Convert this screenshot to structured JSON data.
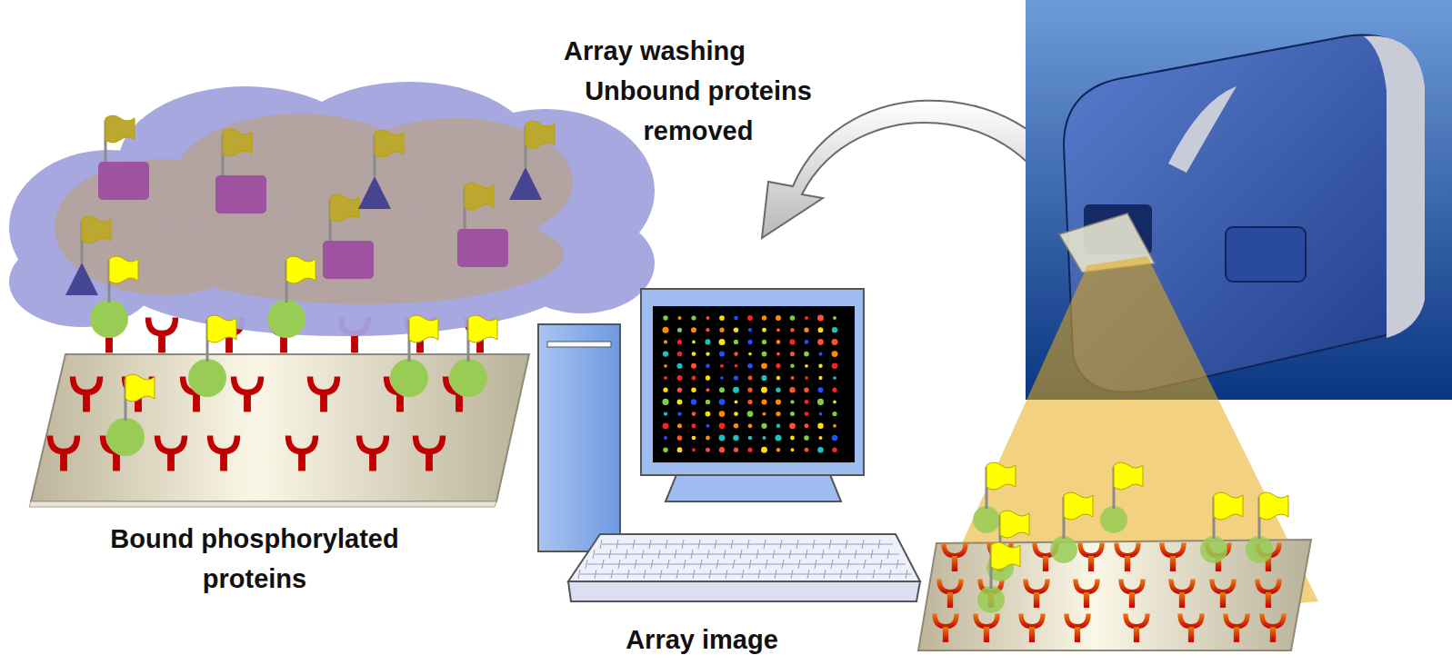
{
  "diagram": {
    "labels": [
      "Array washing",
      "Unbound proteins removed",
      "Bound phosphorylated proteins",
      "Array image"
    ]
  }
}
